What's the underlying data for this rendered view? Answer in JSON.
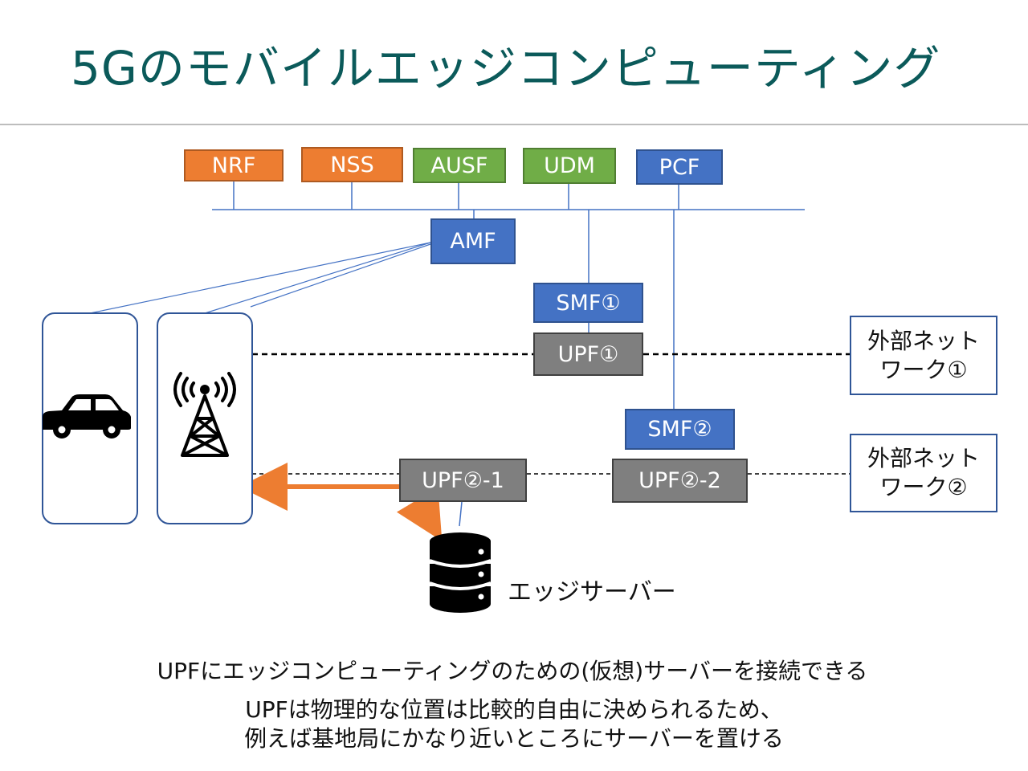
{
  "title": "5Gのモバイルエッジコンピューティング",
  "nodes": {
    "nrf": "NRF",
    "nss": "NSS",
    "ausf": "AUSF",
    "udm": "UDM",
    "pcf": "PCF",
    "amf": "AMF",
    "smf1": "SMF①",
    "upf1": "UPF①",
    "smf2": "SMF②",
    "upf2_1": "UPF②-1",
    "upf2_2": "UPF②-2"
  },
  "external": {
    "net1": [
      "外部ネット",
      "ワーク①"
    ],
    "net2": [
      "外部ネット",
      "ワーク②"
    ]
  },
  "edge_server_label": "エッジサーバー",
  "captions": [
    "UPFにエッジコンピューティングのための(仮想)サーバーを接続できる",
    "UPFは物理的な位置は比較的自由に決められるため、",
    "例えば基地局にかなり近いところにサーバーを置ける"
  ],
  "icons": [
    "car-icon",
    "antenna-tower-icon",
    "database-server-icon"
  ],
  "colors": {
    "title": "#0b5a5a",
    "orange": "#ed7d31",
    "green": "#70ad47",
    "blue": "#4472c4",
    "gray": "#7f7f7f",
    "arrow": "#ed7d31",
    "line": "#4472c4"
  }
}
